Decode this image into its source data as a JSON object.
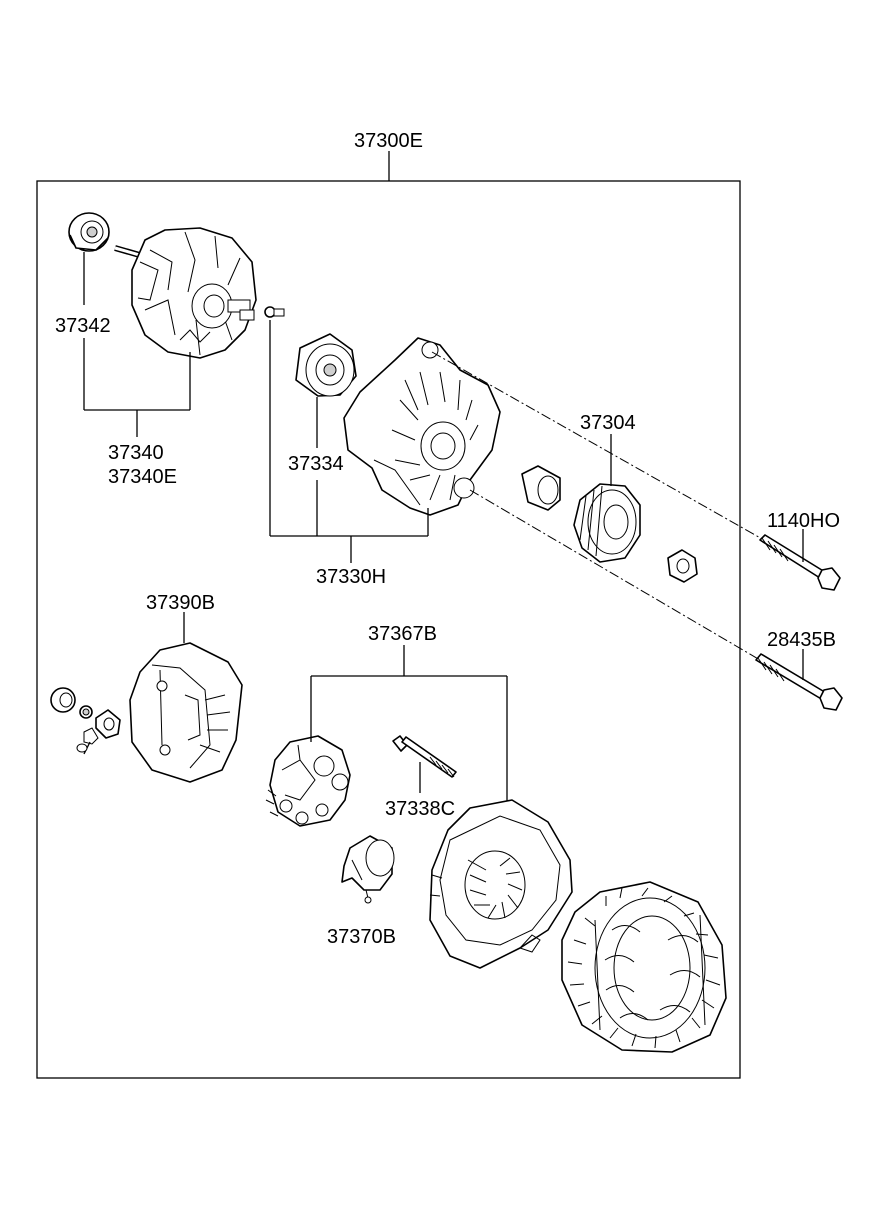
{
  "labels": {
    "assembly": "37300E",
    "bearing_front": "37342",
    "rotor": "37340",
    "rotor_alt": "37340E",
    "bearing_rear": "37334",
    "bracket_assy": "37330H",
    "pulley": "37304",
    "bolt_upper": "1140HO",
    "bolt_lower": "28435B",
    "cover": "37390B",
    "rectifier": "37367B",
    "through_bolt": "37338C",
    "regulator": "37370B"
  }
}
